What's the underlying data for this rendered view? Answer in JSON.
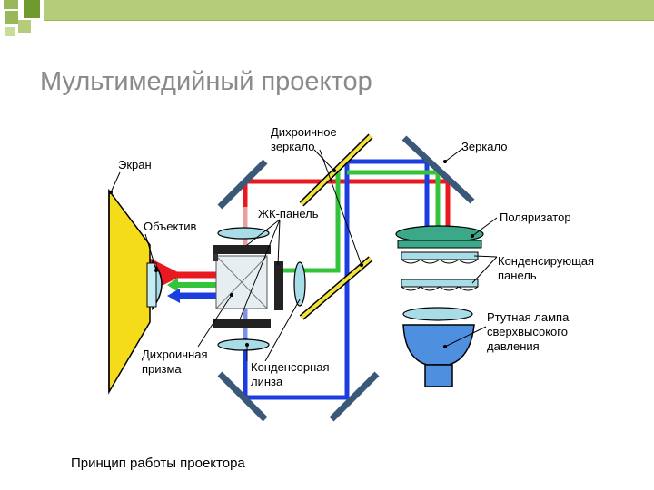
{
  "slide": {
    "title": "Мультимедийный проектор",
    "caption": "Принцип работы проектора"
  },
  "colors": {
    "accent_green": "#8dbb3b",
    "square_green": "#6e9a2e",
    "red_beam": "#e8191f",
    "green_beam": "#33c43a",
    "blue_beam": "#1c3ee0",
    "screen_yellow": "#f5dc1a",
    "mirror_slate": "#3b5878",
    "dichroic_yellow": "#f2e23a",
    "lens_blue": "#a8dde8"
  },
  "labels": {
    "screen": "Экран",
    "objective": "Объектив",
    "dichroic_prism_1": "Дихроичная",
    "dichroic_prism_2": "призма",
    "dichroic_mirror_1": "Дихроичное",
    "dichroic_mirror_2": "зеркало",
    "lcd_panel": "ЖК-панель",
    "mirror": "Зеркало",
    "polarizer": "Поляризатор",
    "condenser_panel_1": "Конденсирующая",
    "condenser_panel_2": "панель",
    "mercury_lamp_1": "Ртутная лампа",
    "mercury_lamp_2": "сверхвысокого",
    "mercury_lamp_3": "давления",
    "condenser_lens_1": "Конденсорная",
    "condenser_lens_2": "линза"
  }
}
